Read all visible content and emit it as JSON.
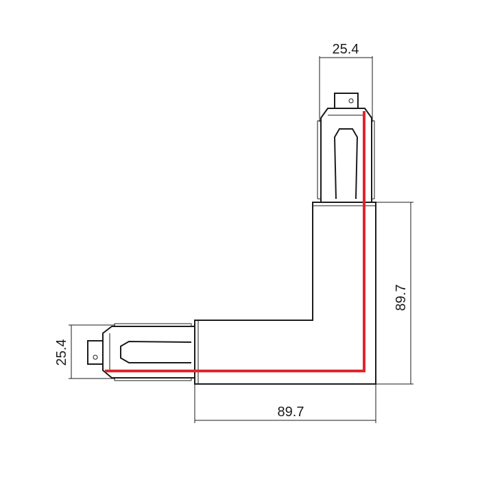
{
  "dimensions": {
    "top_width": "25.4",
    "left_height": "25.4",
    "right_height": "89.7",
    "bottom_width": "89.7"
  },
  "colors": {
    "outline": "#1a1a1a",
    "conductor": "#e0262b",
    "background": "#ffffff"
  }
}
